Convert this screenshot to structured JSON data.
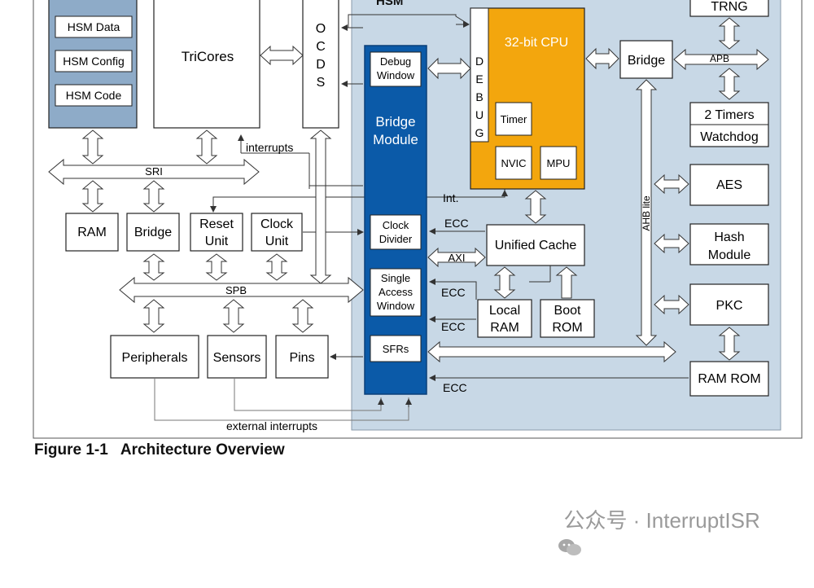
{
  "hsm_label": "HSM",
  "memory_stack": [
    "HSM Data",
    "HSM Config",
    "HSM Code"
  ],
  "tricores": "TriCores",
  "ocds": [
    "O",
    "C",
    "D",
    "S"
  ],
  "interrupts": "interrupts",
  "sri": "SRI",
  "spb": "SPB",
  "external_interrupts": "external interrupts",
  "left_units": {
    "ram": "RAM",
    "bridge": "Bridge",
    "reset_unit": [
      "Reset",
      "Unit"
    ],
    "clock_unit": [
      "Clock",
      "Unit"
    ],
    "peripherals": "Peripherals",
    "sensors": "Sensors",
    "pins": "Pins"
  },
  "bridge_module": {
    "title": [
      "Bridge",
      "Module"
    ],
    "debug_window": [
      "Debug",
      "Window"
    ],
    "clock_divider": [
      "Clock",
      "Divider"
    ],
    "single_access_window": [
      "Single",
      "Access",
      "Window"
    ],
    "sfrs": "SFRs"
  },
  "cpu": {
    "title": "32-bit CPU",
    "debug_letters": [
      "D",
      "E",
      "B",
      "U",
      "G"
    ],
    "timer": "Timer",
    "nvic": "NVIC",
    "mpu": "MPU"
  },
  "signals": {
    "int": "Int.",
    "ecc": "ECC",
    "axi": "AXI",
    "apb": "APB",
    "ahb_lite": "AHB lite"
  },
  "hsm_units": {
    "bridge": "Bridge",
    "trng": "TRNG",
    "timers": "2 Timers",
    "watchdog": "Watchdog",
    "aes": "AES",
    "hash_module": [
      "Hash",
      "Module"
    ],
    "pkc": "PKC",
    "ram_rom": "RAM ROM",
    "unified_cache": "Unified Cache",
    "local_ram": [
      "Local",
      "RAM"
    ],
    "boot_rom": [
      "Boot",
      "ROM"
    ]
  },
  "caption": "Figure 1-1   Architecture Overview",
  "watermark": "公众号 · InterruptISR",
  "colors": {
    "hsm_bg": "#c8d8e6",
    "memory_bg": "#8eabc8",
    "bridge_module": "#0b5aa8",
    "cpu": "#f3a60d",
    "stroke": "#222222",
    "arrow_fill": "#ffffff"
  }
}
